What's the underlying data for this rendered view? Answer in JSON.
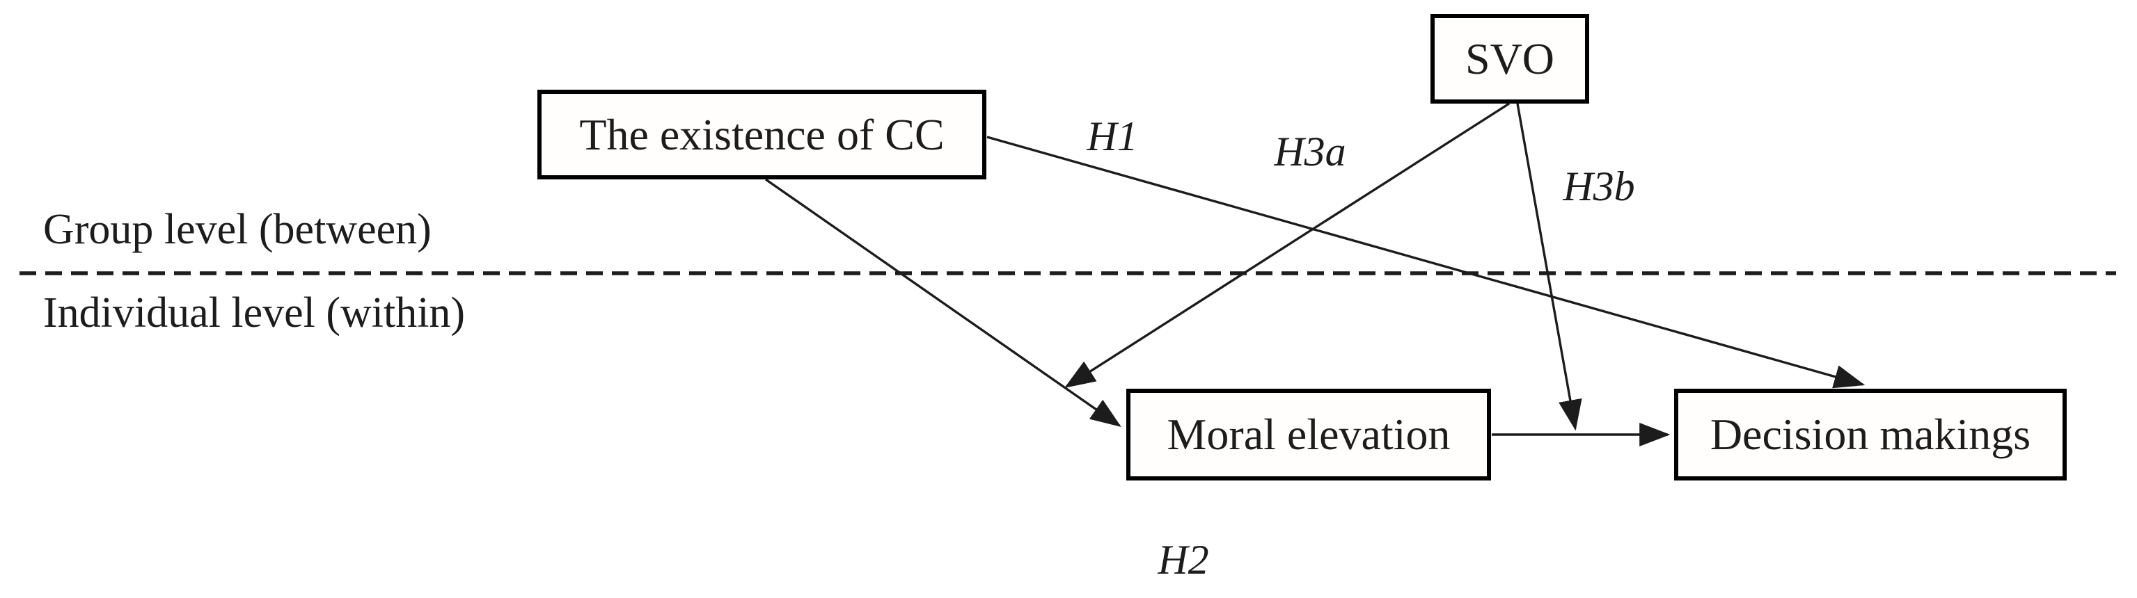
{
  "figure": {
    "colors": {
      "background": "#ffffff",
      "ink": "#1c1c1c"
    },
    "nodes": {
      "cc": {
        "label": "The existence of CC"
      },
      "svo": {
        "label": "SVO"
      },
      "moral_elevation": {
        "label": "Moral elevation"
      },
      "decision_makings": {
        "label": "Decision makings"
      }
    },
    "level_labels": {
      "group": "Group level (between)",
      "individual": "Individual level (within)"
    },
    "hypothesis_labels": {
      "h1": "H1",
      "h2": "H2",
      "h3a": "H3a",
      "h3b": "H3b"
    },
    "edges": [
      {
        "from": "The existence of CC",
        "to": "Decision makings",
        "label": "H1",
        "style": "solid-arrow"
      },
      {
        "from": "The existence of CC",
        "to": "Moral elevation",
        "label": "H2",
        "style": "solid-arrow"
      },
      {
        "from": "SVO",
        "to": "Moral elevation",
        "label": "H3a",
        "style": "solid-arrow"
      },
      {
        "from": "SVO",
        "to": "Moral elevation to Decision makings path",
        "label": "H3b",
        "style": "solid-arrow"
      },
      {
        "from": "Moral elevation",
        "to": "Decision makings",
        "label": "",
        "style": "solid-arrow"
      }
    ],
    "divider": {
      "style": "dashed",
      "separates": [
        "Group level (between)",
        "Individual level (within)"
      ]
    }
  }
}
